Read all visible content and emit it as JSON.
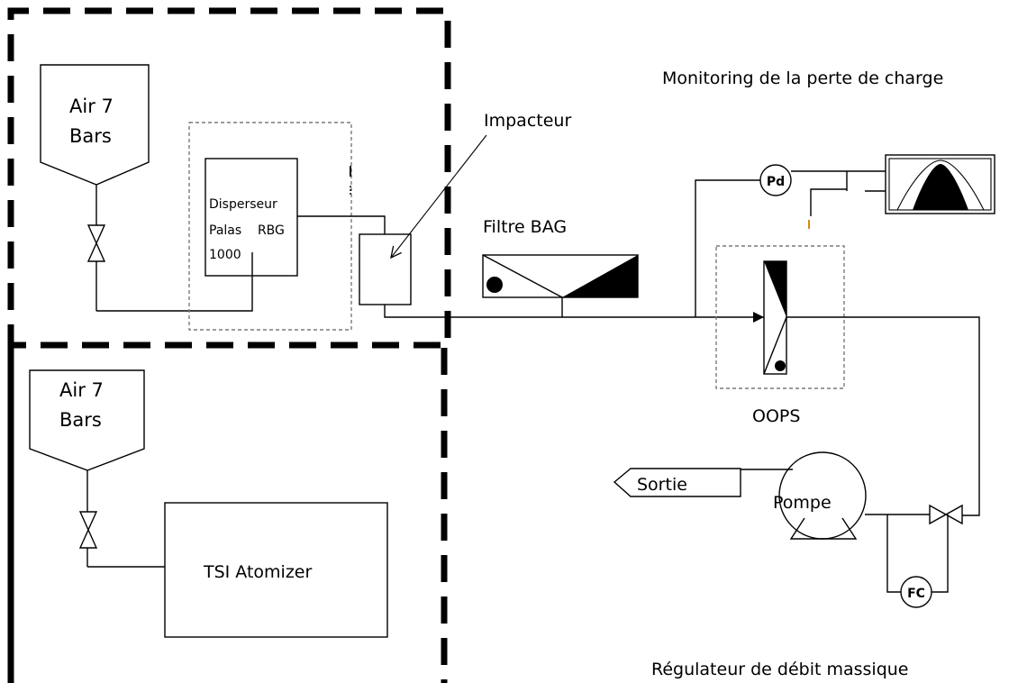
{
  "labels": {
    "air_top": [
      "Air 7",
      "Bars"
    ],
    "air_bottom": [
      "Air 7",
      "Bars"
    ],
    "disperseur": [
      "Disperseur",
      "Palas    RBG",
      "1000"
    ],
    "impacteur": "Impacteur",
    "filtre": "Filtre BAG",
    "monitoring": "Monitoring de la perte de charge",
    "pd": "Pd",
    "oops": "OOPS",
    "sortie": "Sortie",
    "pompe": "Pompe",
    "fc": "FC",
    "tsi": "TSI Atomizer",
    "regulateur": "Régulateur de débit massique"
  },
  "colors": {
    "line": "#000000",
    "dashed_box": "#7a7a7a",
    "accent_mark": "#d4881a"
  }
}
